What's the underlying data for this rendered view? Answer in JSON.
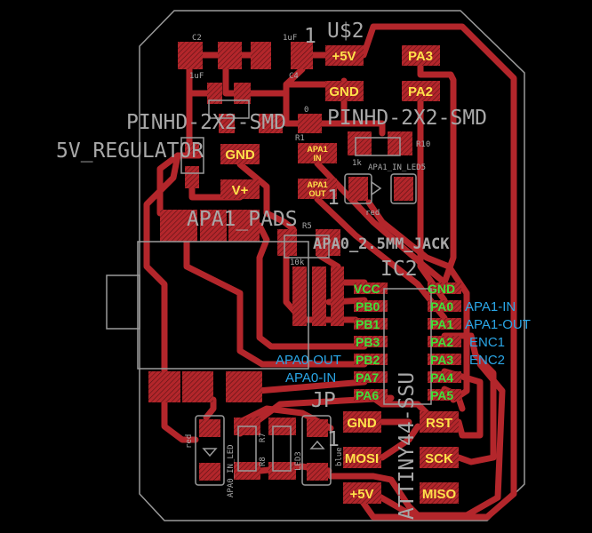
{
  "colors": {
    "board": "#000000",
    "copper": "#b3262b",
    "silk": "#9a9a9a",
    "pad_label": "#ffe14a",
    "pin_label": "#3fe03a",
    "net_label": "#2aa6e6"
  },
  "parts": {
    "u2": "U$2",
    "pinhd_left": "PINHD-2X2-SMD",
    "pinhd_right": "PINHD-2X2-SMD",
    "reg": "5V_REGULATOR",
    "apa1_pads": "APA1_PADS",
    "jack": "APA0_2.5MM_JACK",
    "ic2": "IC2",
    "attiny": "ATTINY44-SSU",
    "jp": "JP",
    "one_a": "1",
    "one_b": "1",
    "one_c": "1"
  },
  "small": {
    "c2": "C2",
    "c2v": "1uF",
    "c4": "C4",
    "c4v": "1uF",
    "r0": "0",
    "r1": "R1",
    "r10": "R10",
    "r10v": "1k",
    "led5": "APA1_IN_LED5",
    "red1": "red",
    "r5": "R5",
    "r5v": "10k",
    "red2": "red",
    "blue": "blue",
    "r7": "R7",
    "r8": "R8",
    "led_l": "APA0_IN_LED",
    "led_r": "LED3"
  },
  "pads": {
    "gnd1": "GND",
    "vplus": "V+",
    "p5v": "+5V",
    "pa3": "PA3",
    "gnd2": "GND",
    "pa2": "PA2",
    "apa1_in": [
      "APA1",
      "IN"
    ],
    "apa1_out": [
      "APA1",
      "OUT"
    ],
    "jp_gnd": "GND",
    "jp_rst": "RST",
    "jp_mosi": "MOSI",
    "jp_sck": "SCK",
    "jp_5v": "+5V",
    "jp_miso": "MISO"
  },
  "ic_pins": {
    "left": [
      "VCC",
      "PB0",
      "PB1",
      "PB3",
      "PB2",
      "PA7",
      "PA6"
    ],
    "right": [
      "GND",
      "PA0",
      "PA1",
      "PA2",
      "PA3",
      "PA4",
      "PA5"
    ]
  },
  "nets": {
    "apa1_in": "APA1-IN",
    "apa1_out": "APA1-OUT",
    "enc1": "ENC1",
    "enc2": "ENC2",
    "apa0_out": "APA0-OUT",
    "apa0_in": "APA0-IN"
  }
}
